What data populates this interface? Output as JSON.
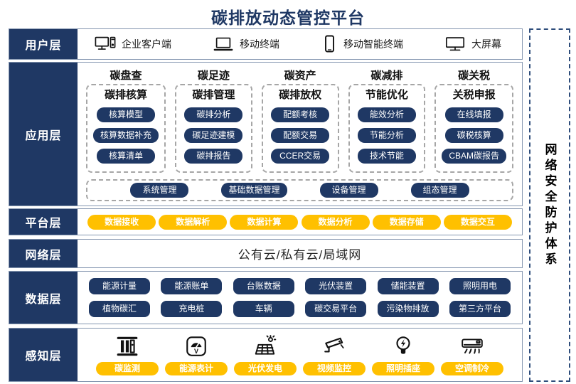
{
  "title": "碳排放动态管控平台",
  "colors": {
    "navy": "#1f3864",
    "yellow": "#ffc000",
    "row_border": "#8496b0",
    "dash_gray": "#a6a6a6"
  },
  "security_panel": {
    "label": "网络安全防护体系"
  },
  "layers": {
    "user": {
      "label": "用户层",
      "items": [
        {
          "icon": "desktop-pc-icon",
          "label": "企业客户端"
        },
        {
          "icon": "laptop-icon",
          "label": "移动终端"
        },
        {
          "icon": "smartphone-icon",
          "label": "移动智能终端"
        },
        {
          "icon": "big-screen-icon",
          "label": "大屏幕"
        }
      ]
    },
    "application": {
      "label": "应用层",
      "columns": [
        {
          "header": "碳盘查",
          "subtitle": "碳排核算",
          "buttons": [
            "核算模型",
            "核算数据补充",
            "核算清单"
          ]
        },
        {
          "header": "碳足迹",
          "subtitle": "碳排管理",
          "buttons": [
            "碳排分析",
            "碳足迹建模",
            "碳排报告"
          ]
        },
        {
          "header": "碳资产",
          "subtitle": "碳排放权",
          "buttons": [
            "配额考核",
            "配额交易",
            "CCER交易"
          ]
        },
        {
          "header": "碳减排",
          "subtitle": "节能优化",
          "buttons": [
            "能效分析",
            "节能分析",
            "技术节能"
          ]
        },
        {
          "header": "碳关税",
          "subtitle": "关税申报",
          "buttons": [
            "在线填报",
            "碳税核算",
            "CBAM碳报告"
          ]
        }
      ],
      "common_buttons": [
        "系统管理",
        "基础数据管理",
        "设备管理",
        "组态管理"
      ]
    },
    "platform": {
      "label": "平台层",
      "buttons": [
        "数据接收",
        "数据解析",
        "数据计算",
        "数据分析",
        "数据存储",
        "数据交互"
      ]
    },
    "network": {
      "label": "网络层",
      "text": "公有云/私有云/局域网"
    },
    "data": {
      "label": "数据层",
      "rows": [
        [
          "能源计量",
          "能源账单",
          "台账数据",
          "光伏装置",
          "储能装置",
          "照明用电"
        ],
        [
          "植物碳汇",
          "充电桩",
          "车辆",
          "碳交易平台",
          "污染物排放",
          "第三方平台"
        ]
      ]
    },
    "perception": {
      "label": "感知层",
      "items": [
        {
          "icon": "carbon-monitor-icon",
          "label": "碳监测"
        },
        {
          "icon": "energy-meter-icon",
          "label": "能源表计"
        },
        {
          "icon": "solar-panel-icon",
          "label": "光伏发电"
        },
        {
          "icon": "cctv-camera-icon",
          "label": "视频监控"
        },
        {
          "icon": "light-bulb-icon",
          "label": "照明插座"
        },
        {
          "icon": "air-conditioner-icon",
          "label": "空调制冷"
        }
      ]
    }
  }
}
